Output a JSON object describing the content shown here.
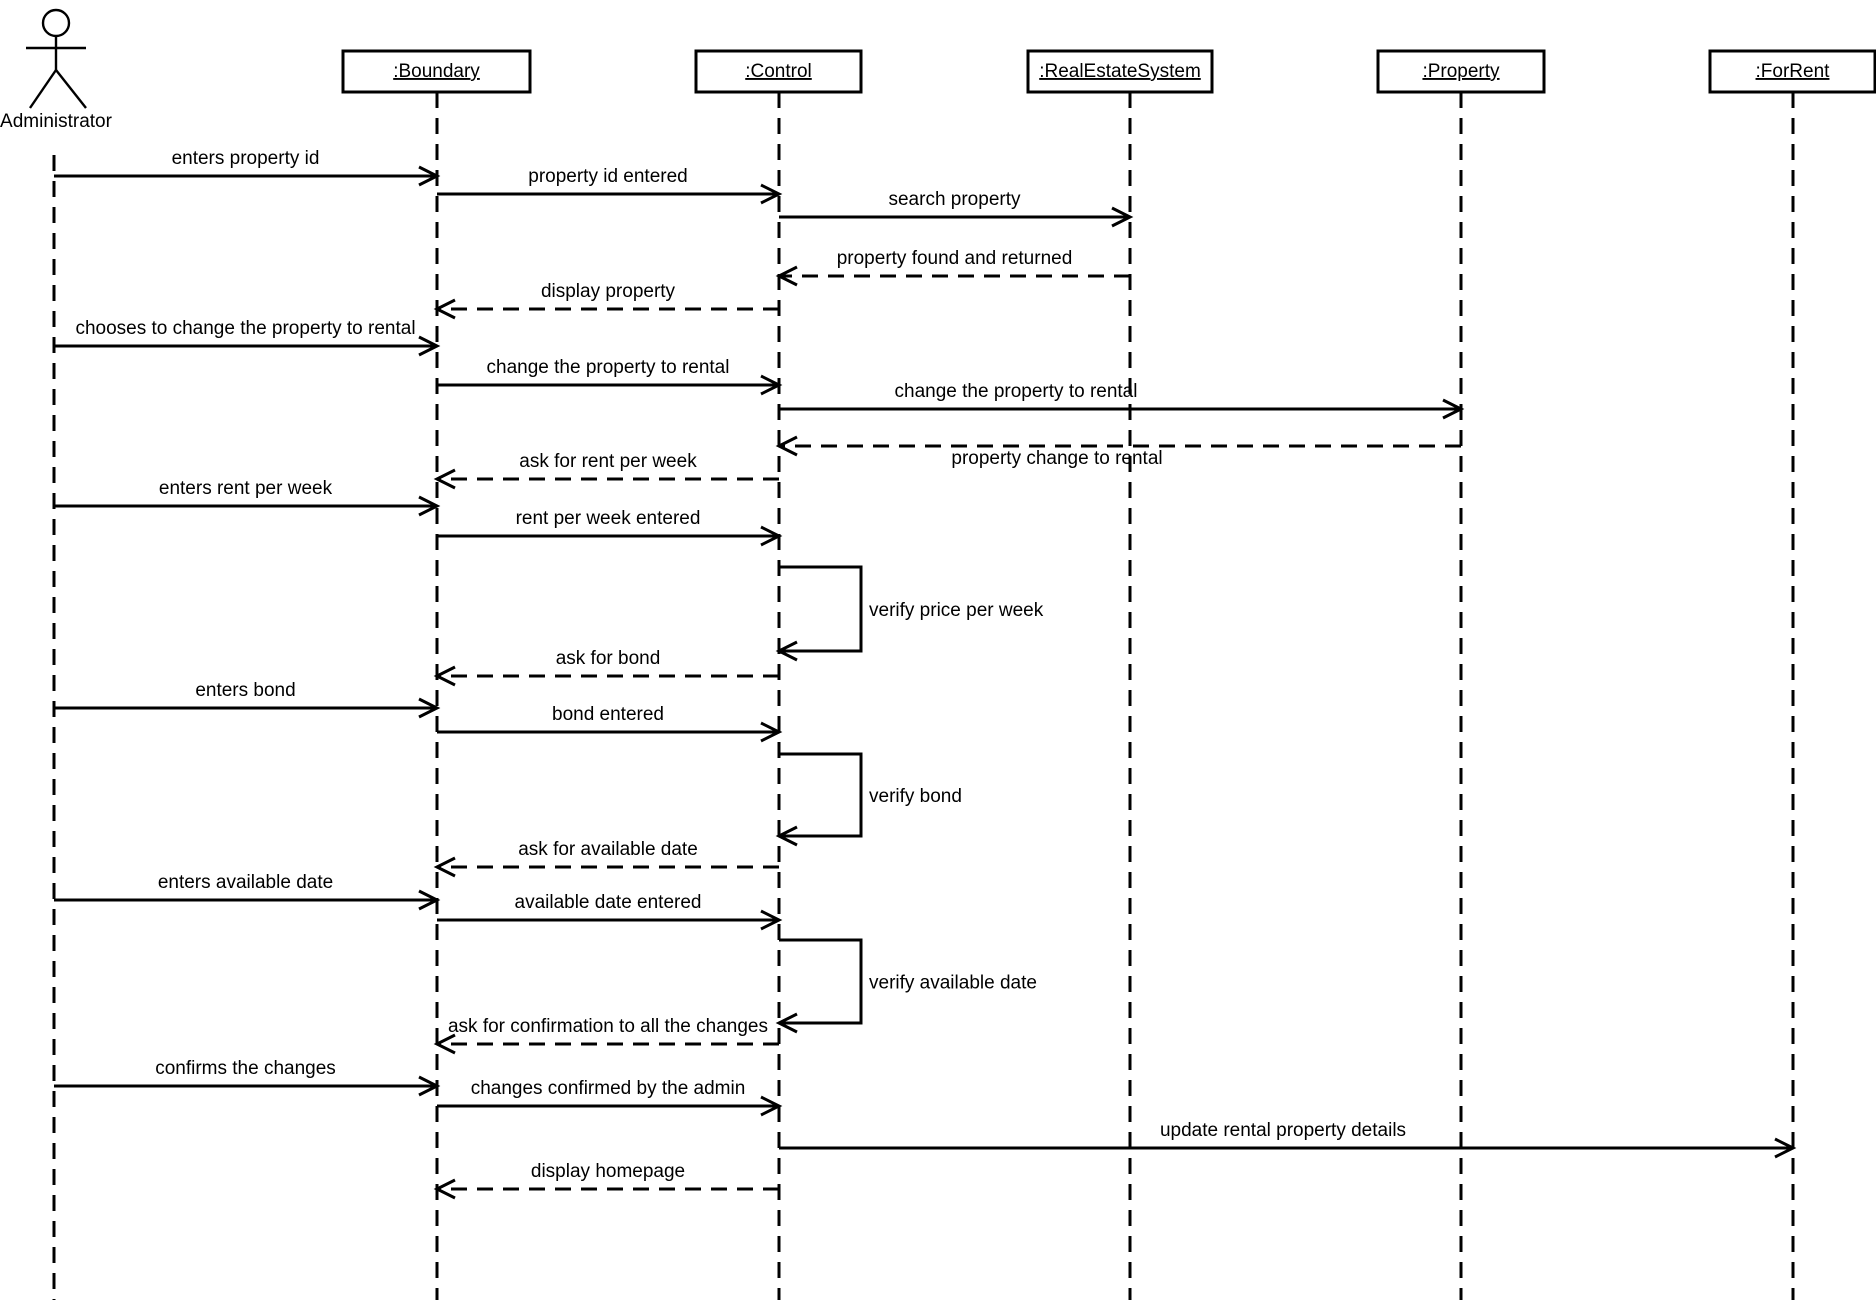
{
  "actor": {
    "name": "Administrator"
  },
  "participants": [
    {
      "id": "boundary",
      "label": ":Boundary"
    },
    {
      "id": "control",
      "label": ":Control"
    },
    {
      "id": "realestatesystem",
      "label": ":RealEstateSystem"
    },
    {
      "id": "property",
      "label": ":Property"
    },
    {
      "id": "forrent",
      "label": ":ForRent"
    }
  ],
  "messages": [
    {
      "from": "administrator",
      "to": "boundary",
      "label": "enters property id",
      "kind": "call"
    },
    {
      "from": "boundary",
      "to": "control",
      "label": "property id entered",
      "kind": "call"
    },
    {
      "from": "control",
      "to": "realestatesystem",
      "label": "search property",
      "kind": "call"
    },
    {
      "from": "realestatesystem",
      "to": "control",
      "label": "property found and returned",
      "kind": "reply"
    },
    {
      "from": "control",
      "to": "boundary",
      "label": "display property",
      "kind": "reply"
    },
    {
      "from": "administrator",
      "to": "boundary",
      "label": "chooses to change the property to rental",
      "kind": "call"
    },
    {
      "from": "boundary",
      "to": "control",
      "label": "change the property to rental",
      "kind": "call"
    },
    {
      "from": "control",
      "to": "property",
      "label": "change the property to rental",
      "kind": "call"
    },
    {
      "from": "property",
      "to": "control",
      "label": "property change to rental",
      "kind": "reply"
    },
    {
      "from": "control",
      "to": "boundary",
      "label": "ask for rent per week",
      "kind": "reply"
    },
    {
      "from": "administrator",
      "to": "boundary",
      "label": "enters rent per week",
      "kind": "call"
    },
    {
      "from": "boundary",
      "to": "control",
      "label": "rent per week entered",
      "kind": "call"
    },
    {
      "from": "control",
      "to": "control",
      "label": "verify price per week",
      "kind": "self"
    },
    {
      "from": "control",
      "to": "boundary",
      "label": "ask for bond",
      "kind": "reply"
    },
    {
      "from": "administrator",
      "to": "boundary",
      "label": "enters bond",
      "kind": "call"
    },
    {
      "from": "boundary",
      "to": "control",
      "label": "bond entered",
      "kind": "call"
    },
    {
      "from": "control",
      "to": "control",
      "label": "verify bond",
      "kind": "self"
    },
    {
      "from": "control",
      "to": "boundary",
      "label": "ask for available date",
      "kind": "reply"
    },
    {
      "from": "administrator",
      "to": "boundary",
      "label": "enters available date",
      "kind": "call"
    },
    {
      "from": "boundary",
      "to": "control",
      "label": "available date entered",
      "kind": "call"
    },
    {
      "from": "control",
      "to": "control",
      "label": "verify available date",
      "kind": "self"
    },
    {
      "from": "control",
      "to": "boundary",
      "label": "ask for confirmation to all the changes",
      "kind": "reply"
    },
    {
      "from": "administrator",
      "to": "boundary",
      "label": "confirms the changes",
      "kind": "call"
    },
    {
      "from": "boundary",
      "to": "control",
      "label": "changes confirmed by the admin",
      "kind": "call"
    },
    {
      "from": "control",
      "to": "forrent",
      "label": "update rental property details",
      "kind": "call"
    },
    {
      "from": "control",
      "to": "boundary",
      "label": "display homepage",
      "kind": "reply"
    }
  ]
}
